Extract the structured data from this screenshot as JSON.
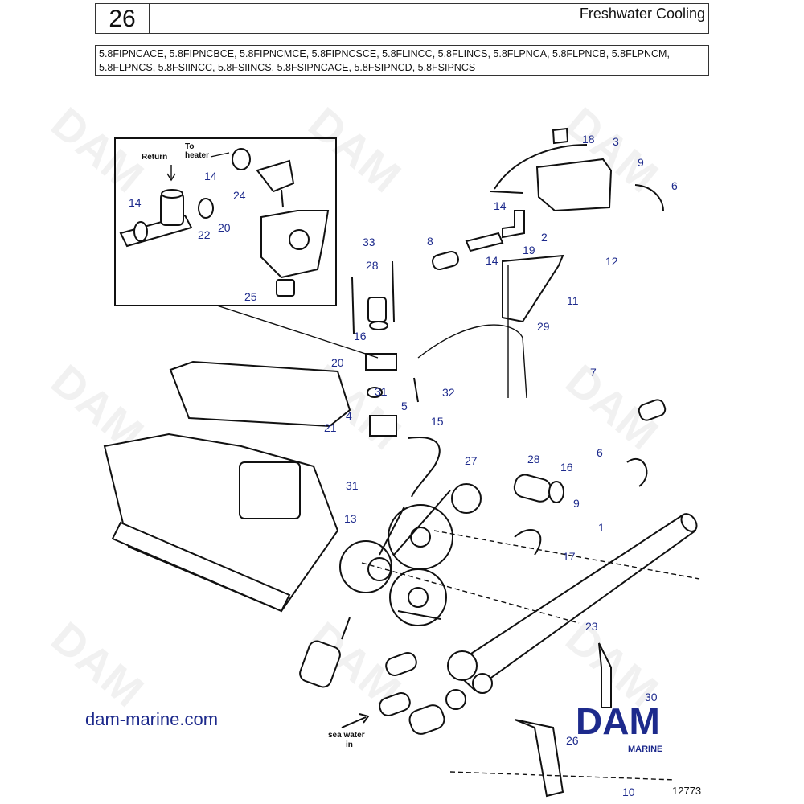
{
  "header": {
    "page_number": "26",
    "title": "Freshwater Cooling",
    "models": "5.8FIPNCACE, 5.8FIPNCBCE, 5.8FIPNCMCE, 5.8FIPNCSCE, 5.8FLINCC, 5.8FLINCS, 5.8FLPNCA, 5.8FLPNCB, 5.8FLPNCM, 5.8FLPNCS, 5.8FSIINCC, 5.8FSIINCS, 5.8FSIPNCACE, 5.8FSIPNCD, 5.8FSIPNCS"
  },
  "inset": {
    "return_label": "Return",
    "heater_label_1": "To",
    "heater_label_2": "heater"
  },
  "callouts": {
    "c1": "1",
    "c2": "2",
    "c3": "3",
    "c4": "4",
    "c5": "5",
    "c6a": "6",
    "c6b": "6",
    "c7": "7",
    "c8": "8",
    "c9a": "9",
    "c9b": "9",
    "c10": "10",
    "c11": "11",
    "c12": "12",
    "c13": "13",
    "c14a": "14",
    "c14b": "14",
    "c14c": "14",
    "c14d": "14",
    "c15": "15",
    "c16a": "16",
    "c16b": "16",
    "c17": "17",
    "c18": "18",
    "c19": "19",
    "c20a": "20",
    "c20b": "20",
    "c21": "21",
    "c22": "22",
    "c23": "23",
    "c24": "24",
    "c25": "25",
    "c26": "26",
    "c27": "27",
    "c28a": "28",
    "c28b": "28",
    "c29": "29",
    "c30": "30",
    "c31a": "31",
    "c31b": "31",
    "c32": "32",
    "c33": "33"
  },
  "sea_water_label_1": "sea water",
  "sea_water_label_2": "in",
  "footer": {
    "website": "dam-marine.com",
    "figure_number": "12773",
    "logo_text": "DAM",
    "logo_subtext": "MARINE"
  },
  "watermark_text": "DAM",
  "colors": {
    "callout": "#1d2a8c",
    "logo": "#1d2a8c",
    "line": "#111111"
  }
}
